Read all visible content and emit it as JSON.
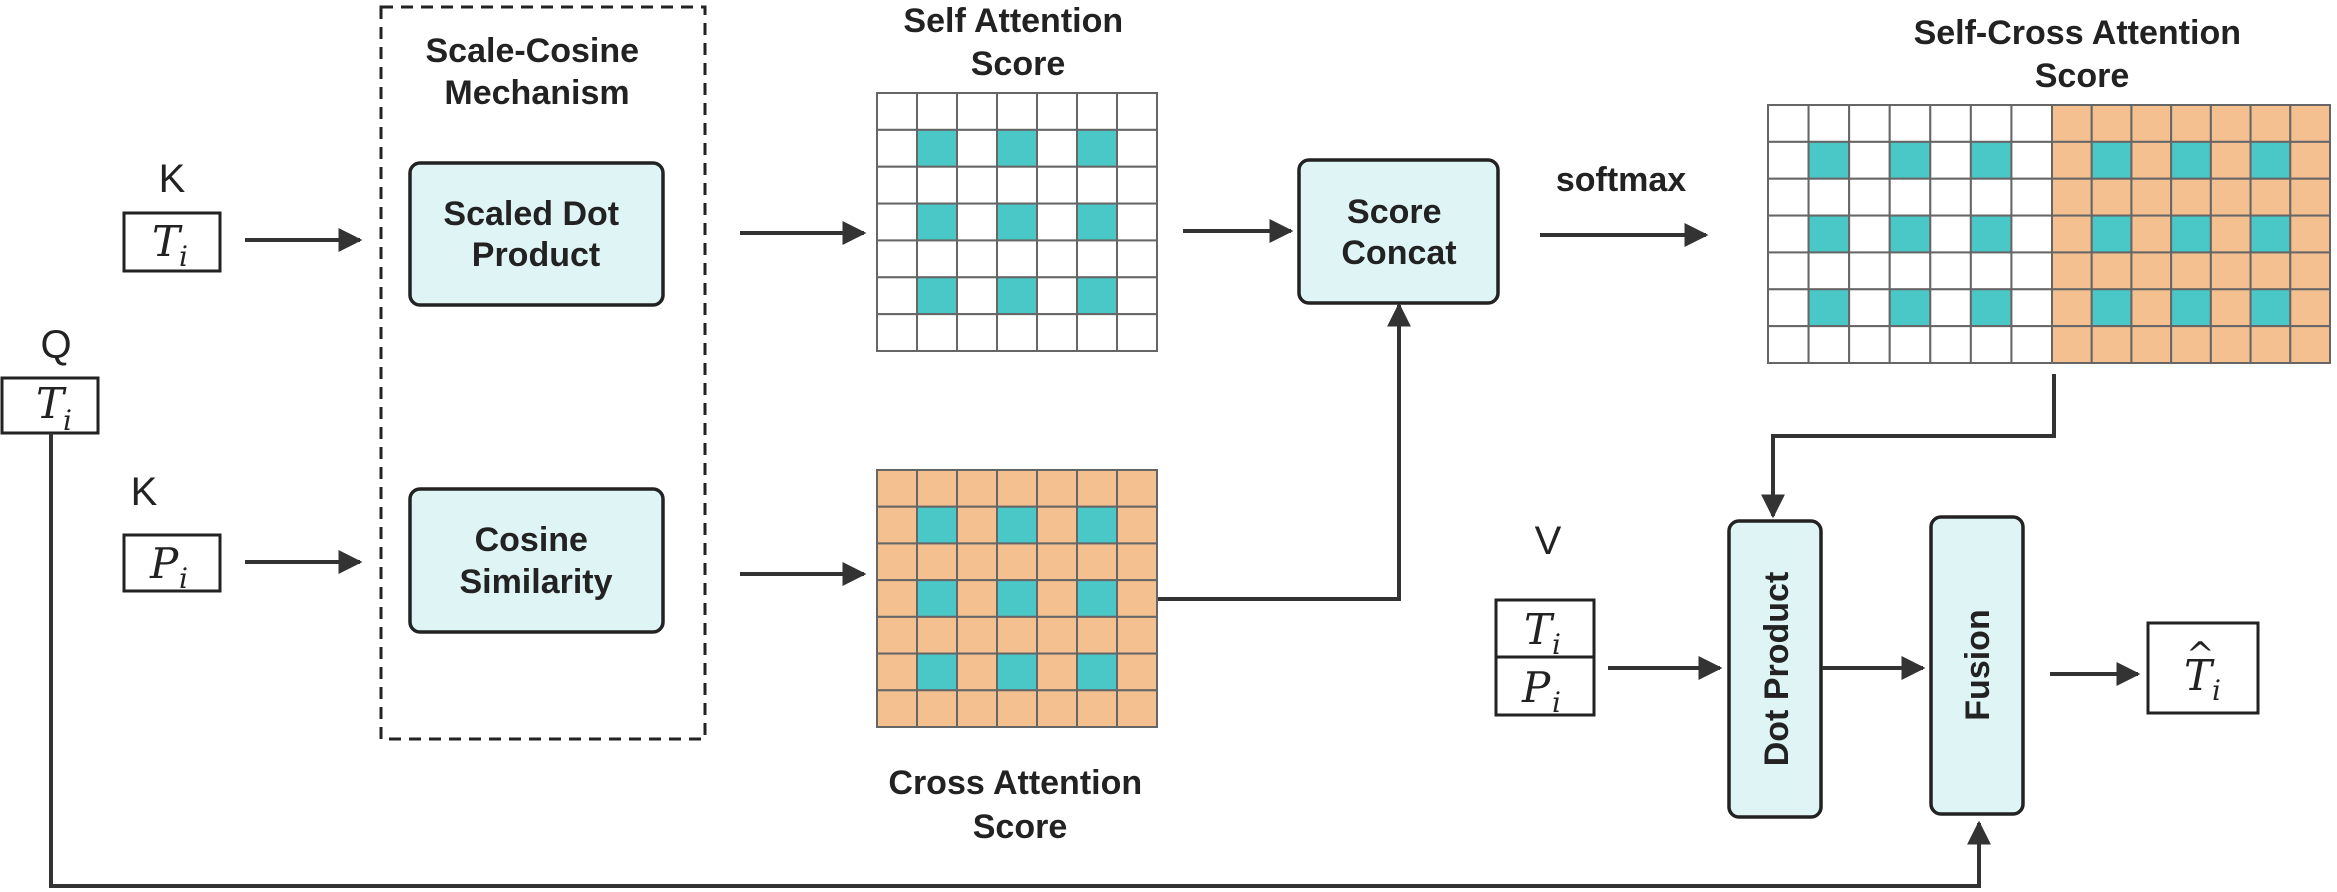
{
  "labels": {
    "mechanism": [
      "Scale-Cosine",
      "Mechanism"
    ],
    "scaled_dot": [
      "Scaled Dot",
      "Product"
    ],
    "cosine": [
      "Cosine",
      "Similarity"
    ],
    "self_score": [
      "Self Attention",
      "Score"
    ],
    "cross_score": [
      "Cross Attention",
      "Score"
    ],
    "score_concat": [
      "Score",
      "Concat"
    ],
    "softmax": "softmax",
    "self_cross_score": [
      "Self-Cross Attention",
      "Score"
    ],
    "dot_product": "Dot Product",
    "fusion": "Fusion"
  },
  "inputs": {
    "q_label": "Q",
    "k1_label": "K",
    "k2_label": "K",
    "v_label": "V",
    "t_base": "T",
    "p_base": "P",
    "sub": "i",
    "hat": "^"
  },
  "colors": {
    "cyan": "#4ac8c8",
    "orange": "#f4c08f",
    "box_fill": "#dff5f5",
    "grid_line": "#666666"
  },
  "matrices": {
    "rows": 7,
    "cols": 7,
    "highlight_rows": [
      1,
      3,
      5
    ],
    "highlight_cols": [
      1,
      3,
      5
    ]
  }
}
